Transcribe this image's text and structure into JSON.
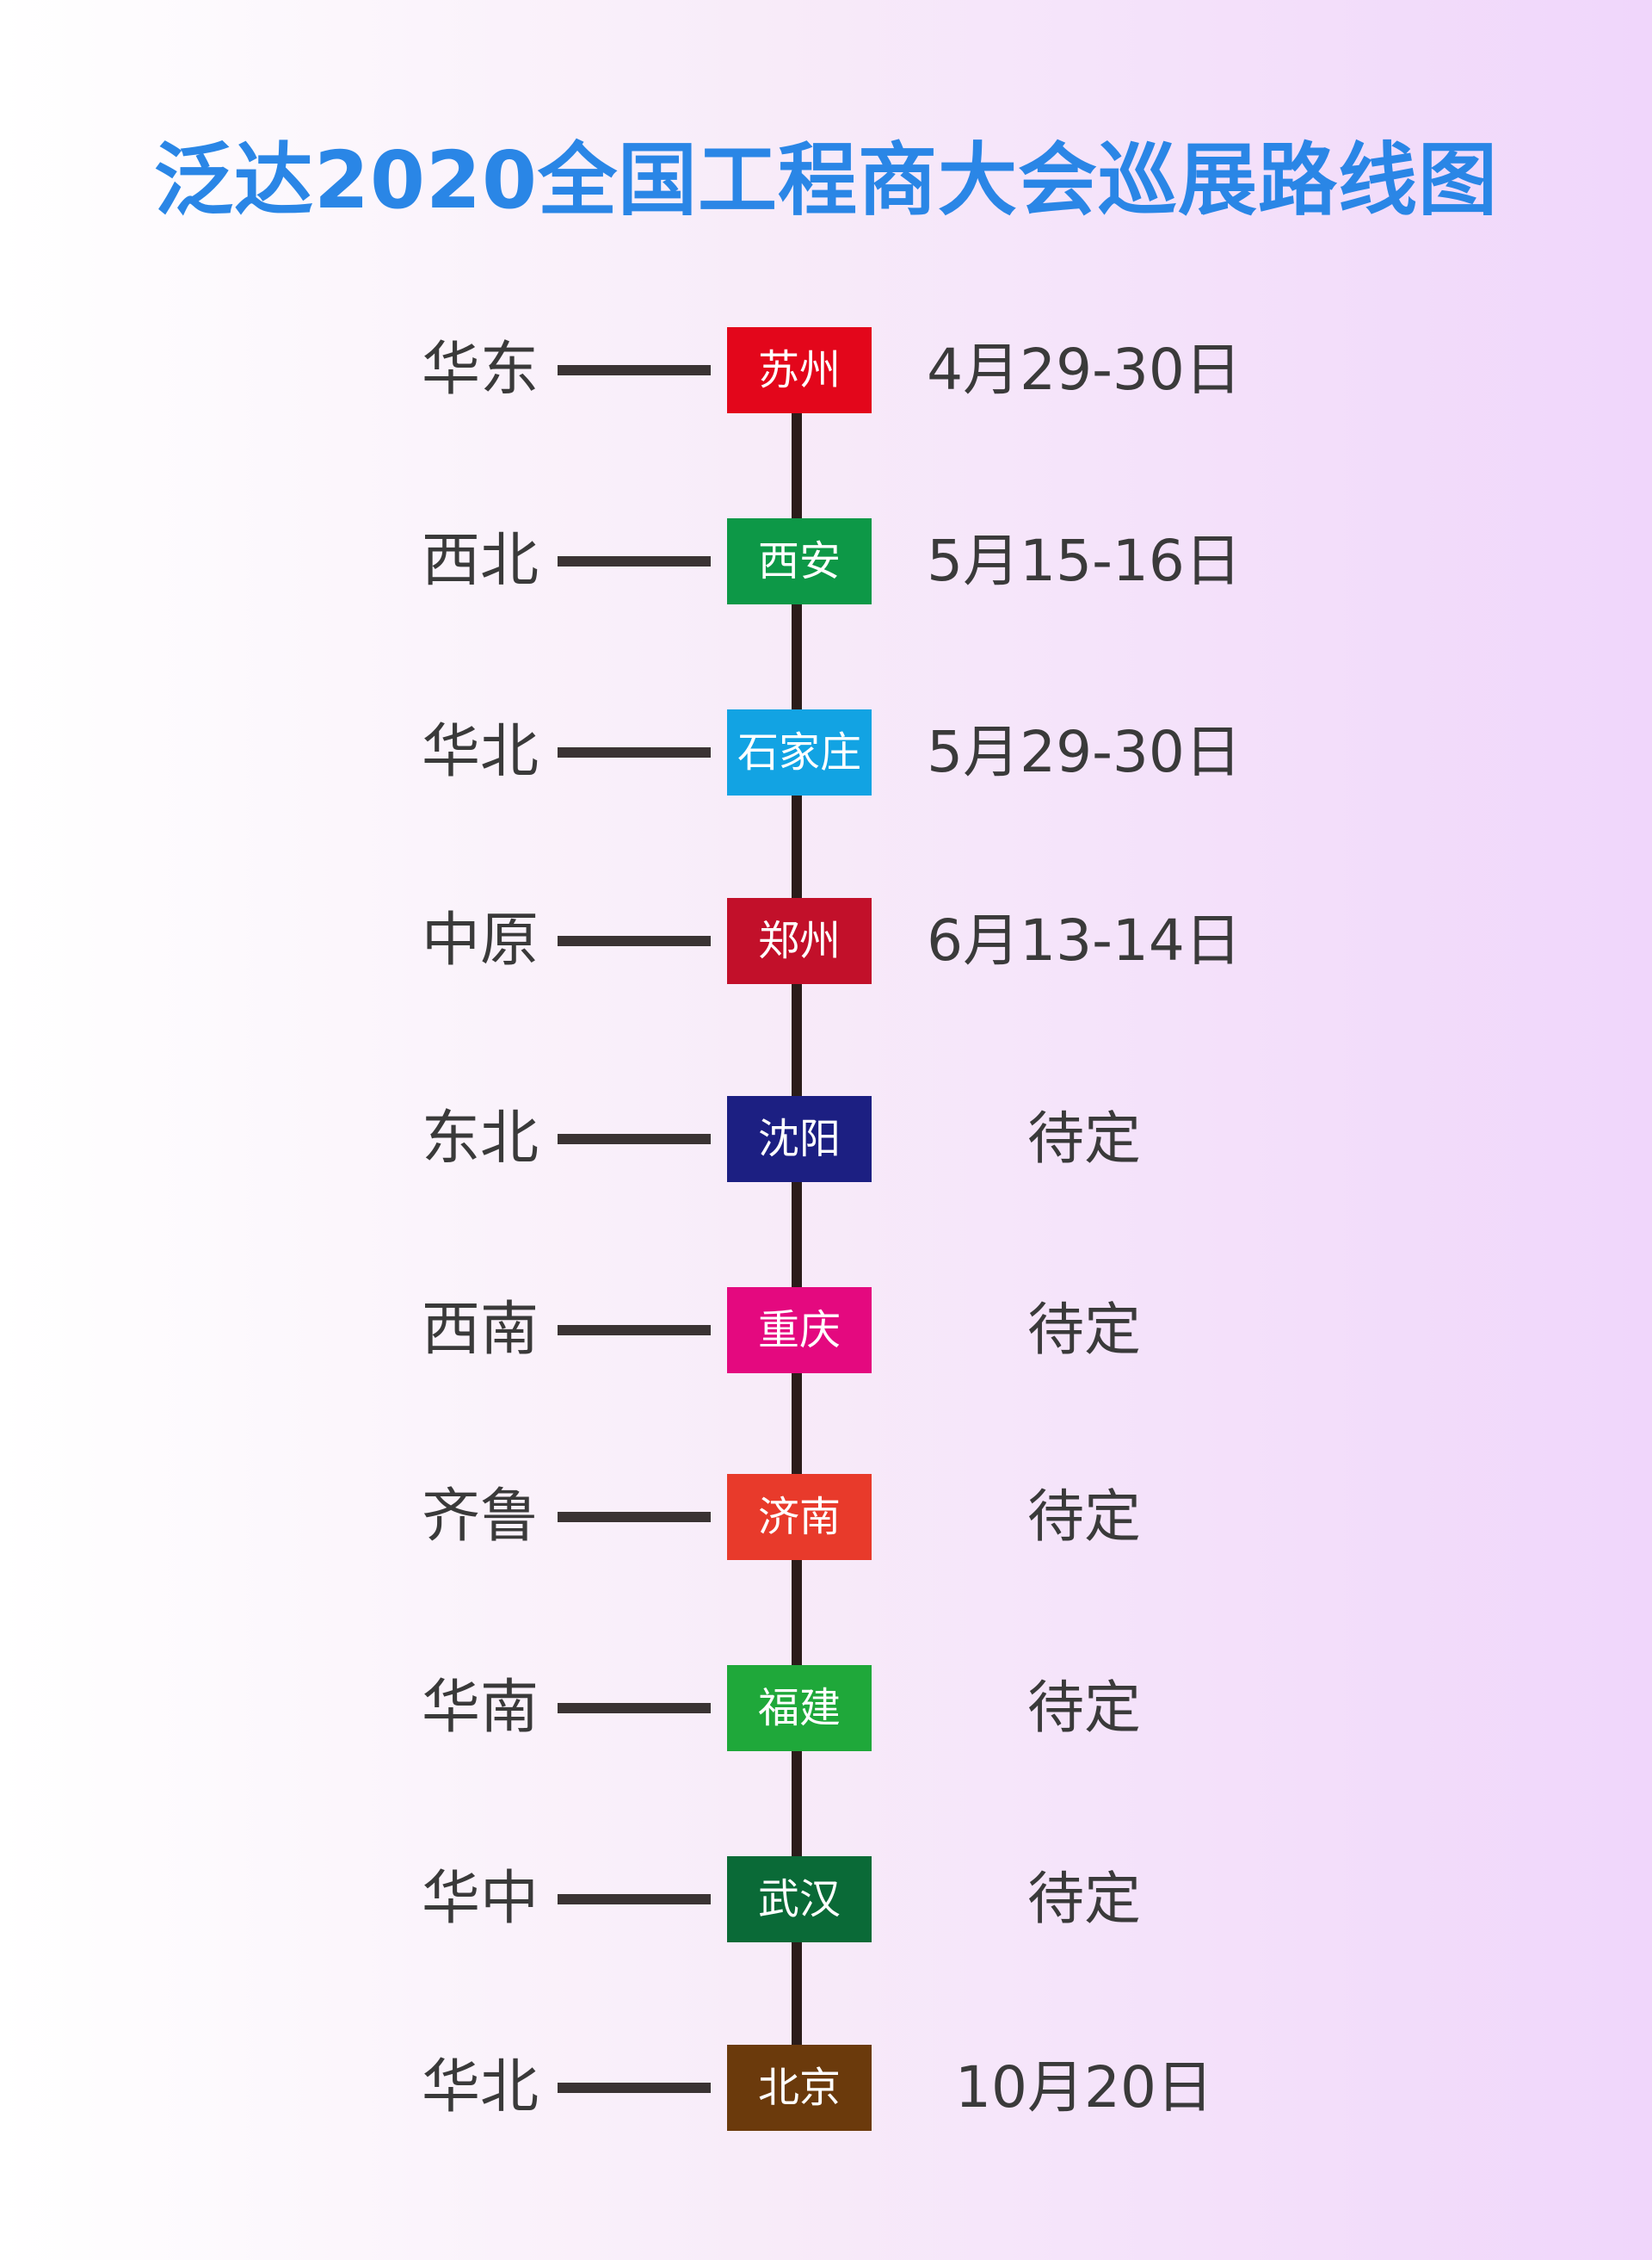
{
  "title": "泛达2020全国工程商大会巡展路线图",
  "stops": [
    {
      "region": "华东",
      "city": "苏州",
      "date": "4月29-30日",
      "color": "#e3061b"
    },
    {
      "region": "西北",
      "city": "西安",
      "date": "5月15-16日",
      "color": "#0d9847"
    },
    {
      "region": "华北",
      "city": "石家庄",
      "date": "5月29-30日",
      "color": "#12a3e3"
    },
    {
      "region": "中原",
      "city": "郑州",
      "date": "6月13-14日",
      "color": "#c2102a"
    },
    {
      "region": "东北",
      "city": "沈阳",
      "date": "待定",
      "color": "#1c1f82"
    },
    {
      "region": "西南",
      "city": "重庆",
      "date": "待定",
      "color": "#e4097f"
    },
    {
      "region": "齐鲁",
      "city": "济南",
      "date": "待定",
      "color": "#e83a2b"
    },
    {
      "region": "华南",
      "city": "福建",
      "date": "待定",
      "color": "#1fa83a"
    },
    {
      "region": "华中",
      "city": "武汉",
      "date": "待定",
      "color": "#0a6a37"
    },
    {
      "region": "华北",
      "city": "北京",
      "date": "10月20日",
      "color": "#6b3a0c"
    }
  ]
}
